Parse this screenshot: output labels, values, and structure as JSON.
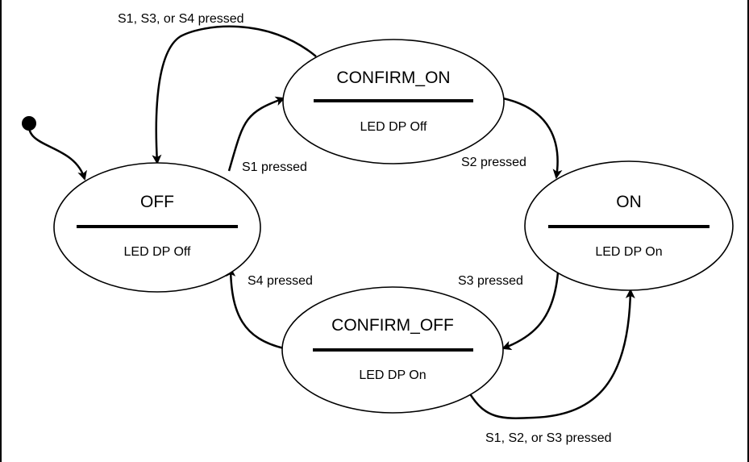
{
  "states": {
    "off": {
      "name": "OFF",
      "action": "LED DP Off"
    },
    "confirm_on": {
      "name": "CONFIRM_ON",
      "action": "LED DP Off"
    },
    "on": {
      "name": "ON",
      "action": "LED DP On"
    },
    "confirm_off": {
      "name": "CONFIRM_OFF",
      "action": "LED DP On"
    }
  },
  "transitions": {
    "off_to_confirm_on": "S1 pressed",
    "confirm_on_to_off": "S1, S3, or S4 pressed",
    "confirm_on_to_on": "S2 pressed",
    "on_to_confirm_off": "S3 pressed",
    "confirm_off_to_off": "S4 pressed",
    "confirm_off_to_on": "S1, S2, or S3 pressed"
  }
}
